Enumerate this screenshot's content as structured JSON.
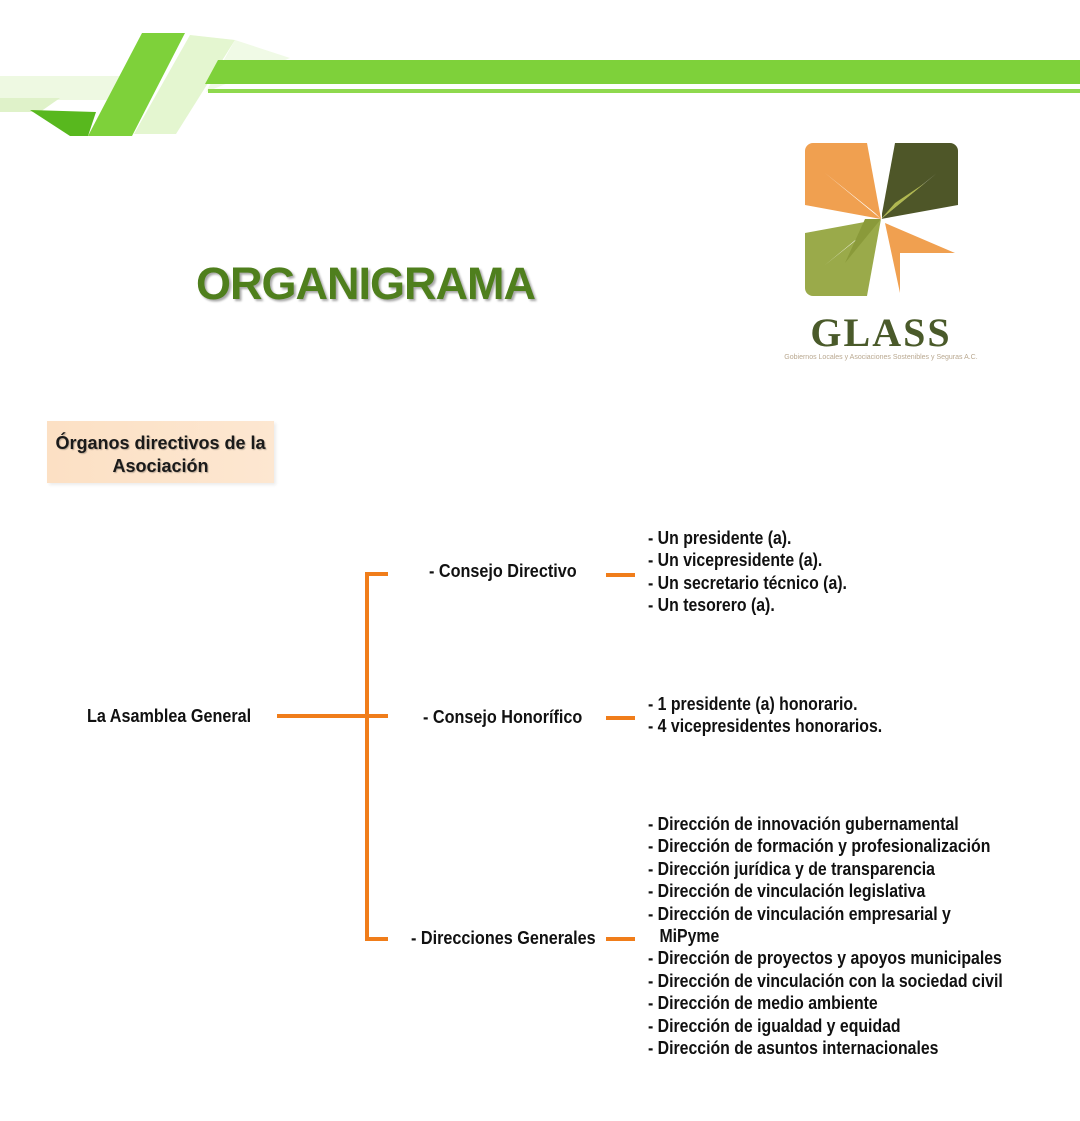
{
  "header": {
    "title": "ORGANIGRAMA",
    "accent_green": "#7ed13a",
    "dark_green": "#4f7f1d"
  },
  "logo": {
    "icon": "glass-star-logo-icon",
    "wordmark": "GLASS",
    "tagline": "Gobiernos Locales y Asociaciones Sostenibles y Seguras A.C."
  },
  "section": {
    "line1": "Órganos directivos de la",
    "line2": "Asociación"
  },
  "org": {
    "root": "La Asamblea General",
    "connector_color": "#f07d1a",
    "branches": [
      {
        "label": "- Consejo Directivo",
        "items": [
          "- Un presidente (a).",
          "- Un vicepresidente (a).",
          "- Un secretario técnico (a).",
          "- Un tesorero (a)."
        ]
      },
      {
        "label": "- Consejo Honorífico",
        "items": [
          "- 1 presidente (a) honorario.",
          "- 4 vicepresidentes honorarios."
        ]
      },
      {
        "label": "- Direcciones Generales",
        "items": [
          "- Dirección de innovación gubernamental",
          "- Dirección de formación y profesionalización",
          "- Dirección jurídica y de transparencia",
          "- Dirección de vinculación legislativa",
          "- Dirección de vinculación empresarial y",
          "MiPyme",
          "- Dirección de proyectos y apoyos municipales",
          "- Dirección de vinculación con la sociedad civil",
          "- Dirección de medio ambiente",
          "- Dirección de igualdad y equidad",
          "- Dirección de asuntos internacionales"
        ]
      }
    ]
  }
}
